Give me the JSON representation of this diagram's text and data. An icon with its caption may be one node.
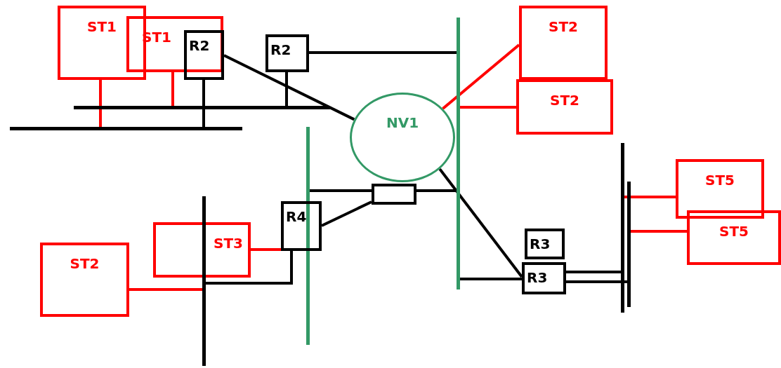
{
  "diagram": {
    "nodes": [
      {
        "text": [
          "ST1"
        ]
      },
      {
        "text": [
          "ST1"
        ]
      },
      {
        "text": [
          "R2"
        ]
      },
      {
        "text": [
          "R2"
        ]
      },
      {
        "text": [
          "ST2"
        ]
      },
      {
        "text": [
          "ST2"
        ]
      },
      {
        "text": [
          "NV1"
        ]
      },
      {
        "text": [],
        "shape": "bar"
      },
      {
        "text": [],
        "shape": "bar"
      },
      {
        "text": [],
        "shape": "bar"
      },
      {
        "text": [],
        "shape": "bar"
      },
      {
        "text": [],
        "shape": "box"
      },
      {
        "text": [
          "ST5"
        ]
      },
      {
        "text": [
          "ST5"
        ]
      },
      {
        "text": [
          "R4"
        ]
      },
      {
        "text": [
          "ST3"
        ]
      },
      {
        "text": [
          "ST2"
        ]
      },
      {
        "text": [
          "R3"
        ]
      },
      {
        "text": [
          "R3"
        ]
      },
      {
        "text": [],
        "shape": "bar"
      },
      {
        "text": [],
        "shape": "bar"
      },
      {
        "text": [],
        "shape": "bar"
      }
    ],
    "edges": [
      {
        "from": 0,
        "to": 8,
        "arrow": "none",
        "color": "#ff0000"
      },
      {
        "from": 1,
        "to": 7,
        "arrow": "none",
        "color": "#ff0000"
      },
      {
        "from": 2,
        "to": 8,
        "arrow": "none"
      },
      {
        "from": 2,
        "to": 6,
        "arrow": "none"
      },
      {
        "from": 3,
        "to": 7,
        "arrow": "none"
      },
      {
        "from": 3,
        "to": 9,
        "arrow": "none"
      },
      {
        "from": 6,
        "to": 4,
        "arrow": "none",
        "color": "#ff0000"
      },
      {
        "from": 9,
        "to": 5,
        "arrow": "none",
        "color": "#ff0000"
      },
      {
        "from": 10,
        "to": 11,
        "arrow": "none"
      },
      {
        "from": 14,
        "to": 11,
        "arrow": "none"
      },
      {
        "from": 11,
        "to": 9,
        "arrow": "none"
      },
      {
        "from": 6,
        "to": 18,
        "arrow": "none"
      },
      {
        "from": 9,
        "to": 18,
        "arrow": "none"
      },
      {
        "from": 18,
        "to": 20,
        "arrow": "none"
      },
      {
        "from": 18,
        "to": 21,
        "arrow": "none"
      },
      {
        "from": 20,
        "to": 12,
        "arrow": "none",
        "color": "#ff0000"
      },
      {
        "from": 21,
        "to": 13,
        "arrow": "none",
        "color": "#ff0000"
      },
      {
        "from": 14,
        "to": 19,
        "arrow": "none"
      },
      {
        "from": 14,
        "to": 15,
        "arrow": "none",
        "color": "#ff0000"
      },
      {
        "from": 19,
        "to": 16,
        "arrow": "none",
        "color": "#ff0000"
      }
    ]
  }
}
